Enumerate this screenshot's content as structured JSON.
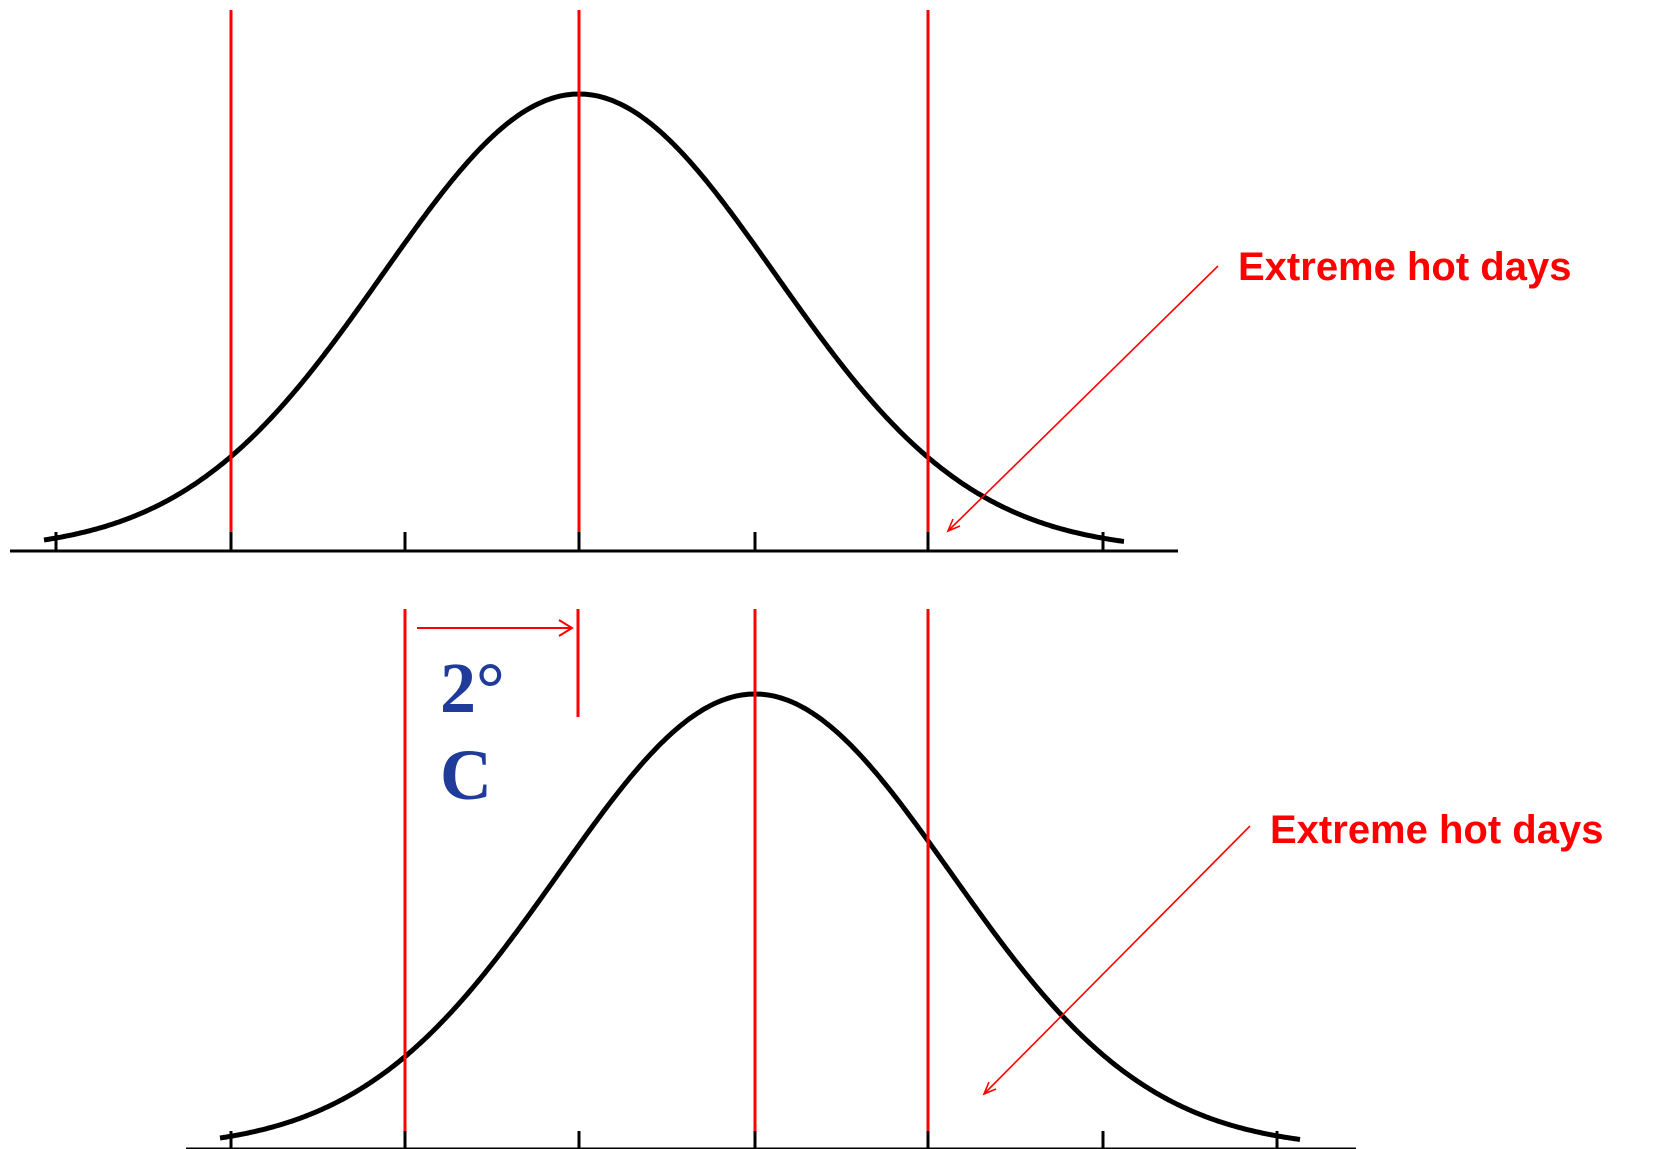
{
  "labels": {
    "extreme_hot_top": "Extreme hot days",
    "extreme_hot_bottom": "Extreme hot days",
    "shift_line1": "2°",
    "shift_line2": "C"
  },
  "colors": {
    "curve": "#000000",
    "marker": "#ff0000",
    "hot_label": "#ff0000",
    "shift_label": "#1f3c9a"
  }
}
